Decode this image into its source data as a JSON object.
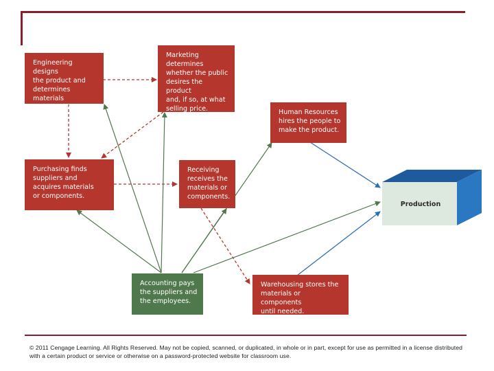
{
  "boxes": {
    "engineering": "Engineering designs\nthe product and\ndetermines materials\nor components.",
    "marketing": "Marketing\ndetermines\nwhether the public\ndesires the product\nand, if so, at what\nselling price.",
    "human_resources": "Human Resources\nhires the people to\nmake the product.",
    "purchasing": "Purchasing finds\nsuppliers and\nacquires materials\nor components.",
    "receiving": "Receiving\nreceives the\nmaterials or\ncomponents.",
    "accounting": "Accounting pays\nthe suppliers and\nthe employees.",
    "warehousing": "Warehousing stores the\nmaterials or components\nuntil needed."
  },
  "production_label": "Production",
  "copyright": "© 2011 Cengage Learning. All Rights Reserved. May not be copied, scanned, or duplicated, in whole or in part, except for use as permitted in a license distributed with a certain product or service or otherwise on a password-protected website for classroom use.",
  "colors": {
    "red_box": "#b5362c",
    "green_box": "#50784d",
    "dashed_arrow": "#b5362c",
    "green_arrow": "#50784d",
    "blue_arrow": "#2f6fb0",
    "production_face": "#dde9de",
    "production_top": "#1f5a9e",
    "production_side": "#2b78c2",
    "frame": "#8b1d2c"
  }
}
